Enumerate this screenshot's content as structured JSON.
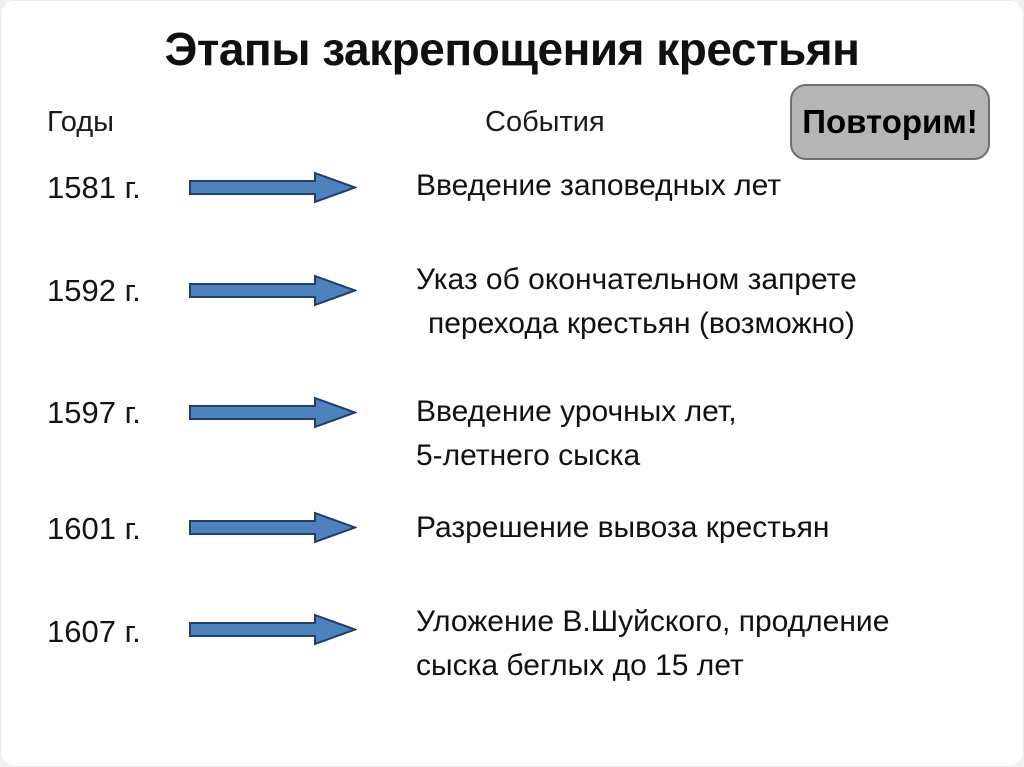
{
  "slide": {
    "title": "Этапы закрепощения крестьян",
    "header": {
      "years_label": "Годы",
      "events_label": "События"
    },
    "review_button": {
      "label": "Повторим!"
    },
    "rows": [
      {
        "year": "1581 г.",
        "event_lines": [
          "Введение заповедных лет"
        ]
      },
      {
        "year": "1592 г.",
        "event_lines": [
          "Указ об окончательном запрете",
          "перехода крестьян (возможно)"
        ]
      },
      {
        "year": "1597 г.",
        "event_lines": [
          "Введение урочных лет,",
          "5-летнего сыска"
        ]
      },
      {
        "year": "1601 г.",
        "event_lines": [
          "Разрешение вывоза крестьян"
        ]
      },
      {
        "year": "1607 г.",
        "event_lines": [
          "Уложение В.Шуйского, продление",
          "сыска беглых до 15 лет"
        ]
      }
    ],
    "colors": {
      "arrow_fill": "#4f81bd",
      "arrow_border": "#20406b",
      "button_bg": "#b5b5b5",
      "button_border": "#6f6f6f"
    }
  }
}
